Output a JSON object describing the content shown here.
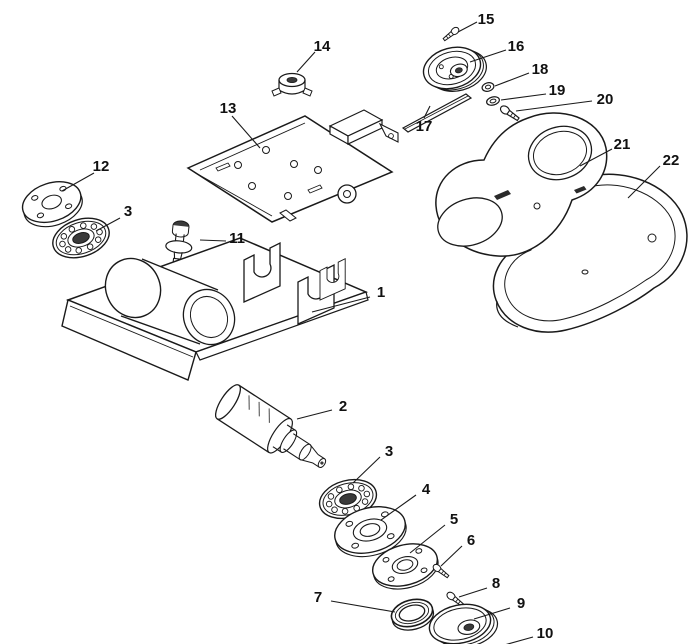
{
  "diagram": {
    "type": "exploded-parts-diagram",
    "background_color": "#ffffff",
    "line_color": "#1a1a1a",
    "dark_fill_color": "#333333",
    "callouts": [
      {
        "num": "15"
      },
      {
        "num": "16"
      },
      {
        "num": "18"
      },
      {
        "num": "19"
      },
      {
        "num": "20"
      },
      {
        "num": "17"
      },
      {
        "num": "14"
      },
      {
        "num": "13"
      },
      {
        "num": "12"
      },
      {
        "num": "3"
      },
      {
        "num": "11"
      },
      {
        "num": "1"
      },
      {
        "num": "21"
      },
      {
        "num": "22"
      },
      {
        "num": "2"
      },
      {
        "num": "3"
      },
      {
        "num": "4"
      },
      {
        "num": "5"
      },
      {
        "num": "6"
      },
      {
        "num": "8"
      },
      {
        "num": "7"
      },
      {
        "num": "9"
      },
      {
        "num": "10"
      }
    ]
  }
}
